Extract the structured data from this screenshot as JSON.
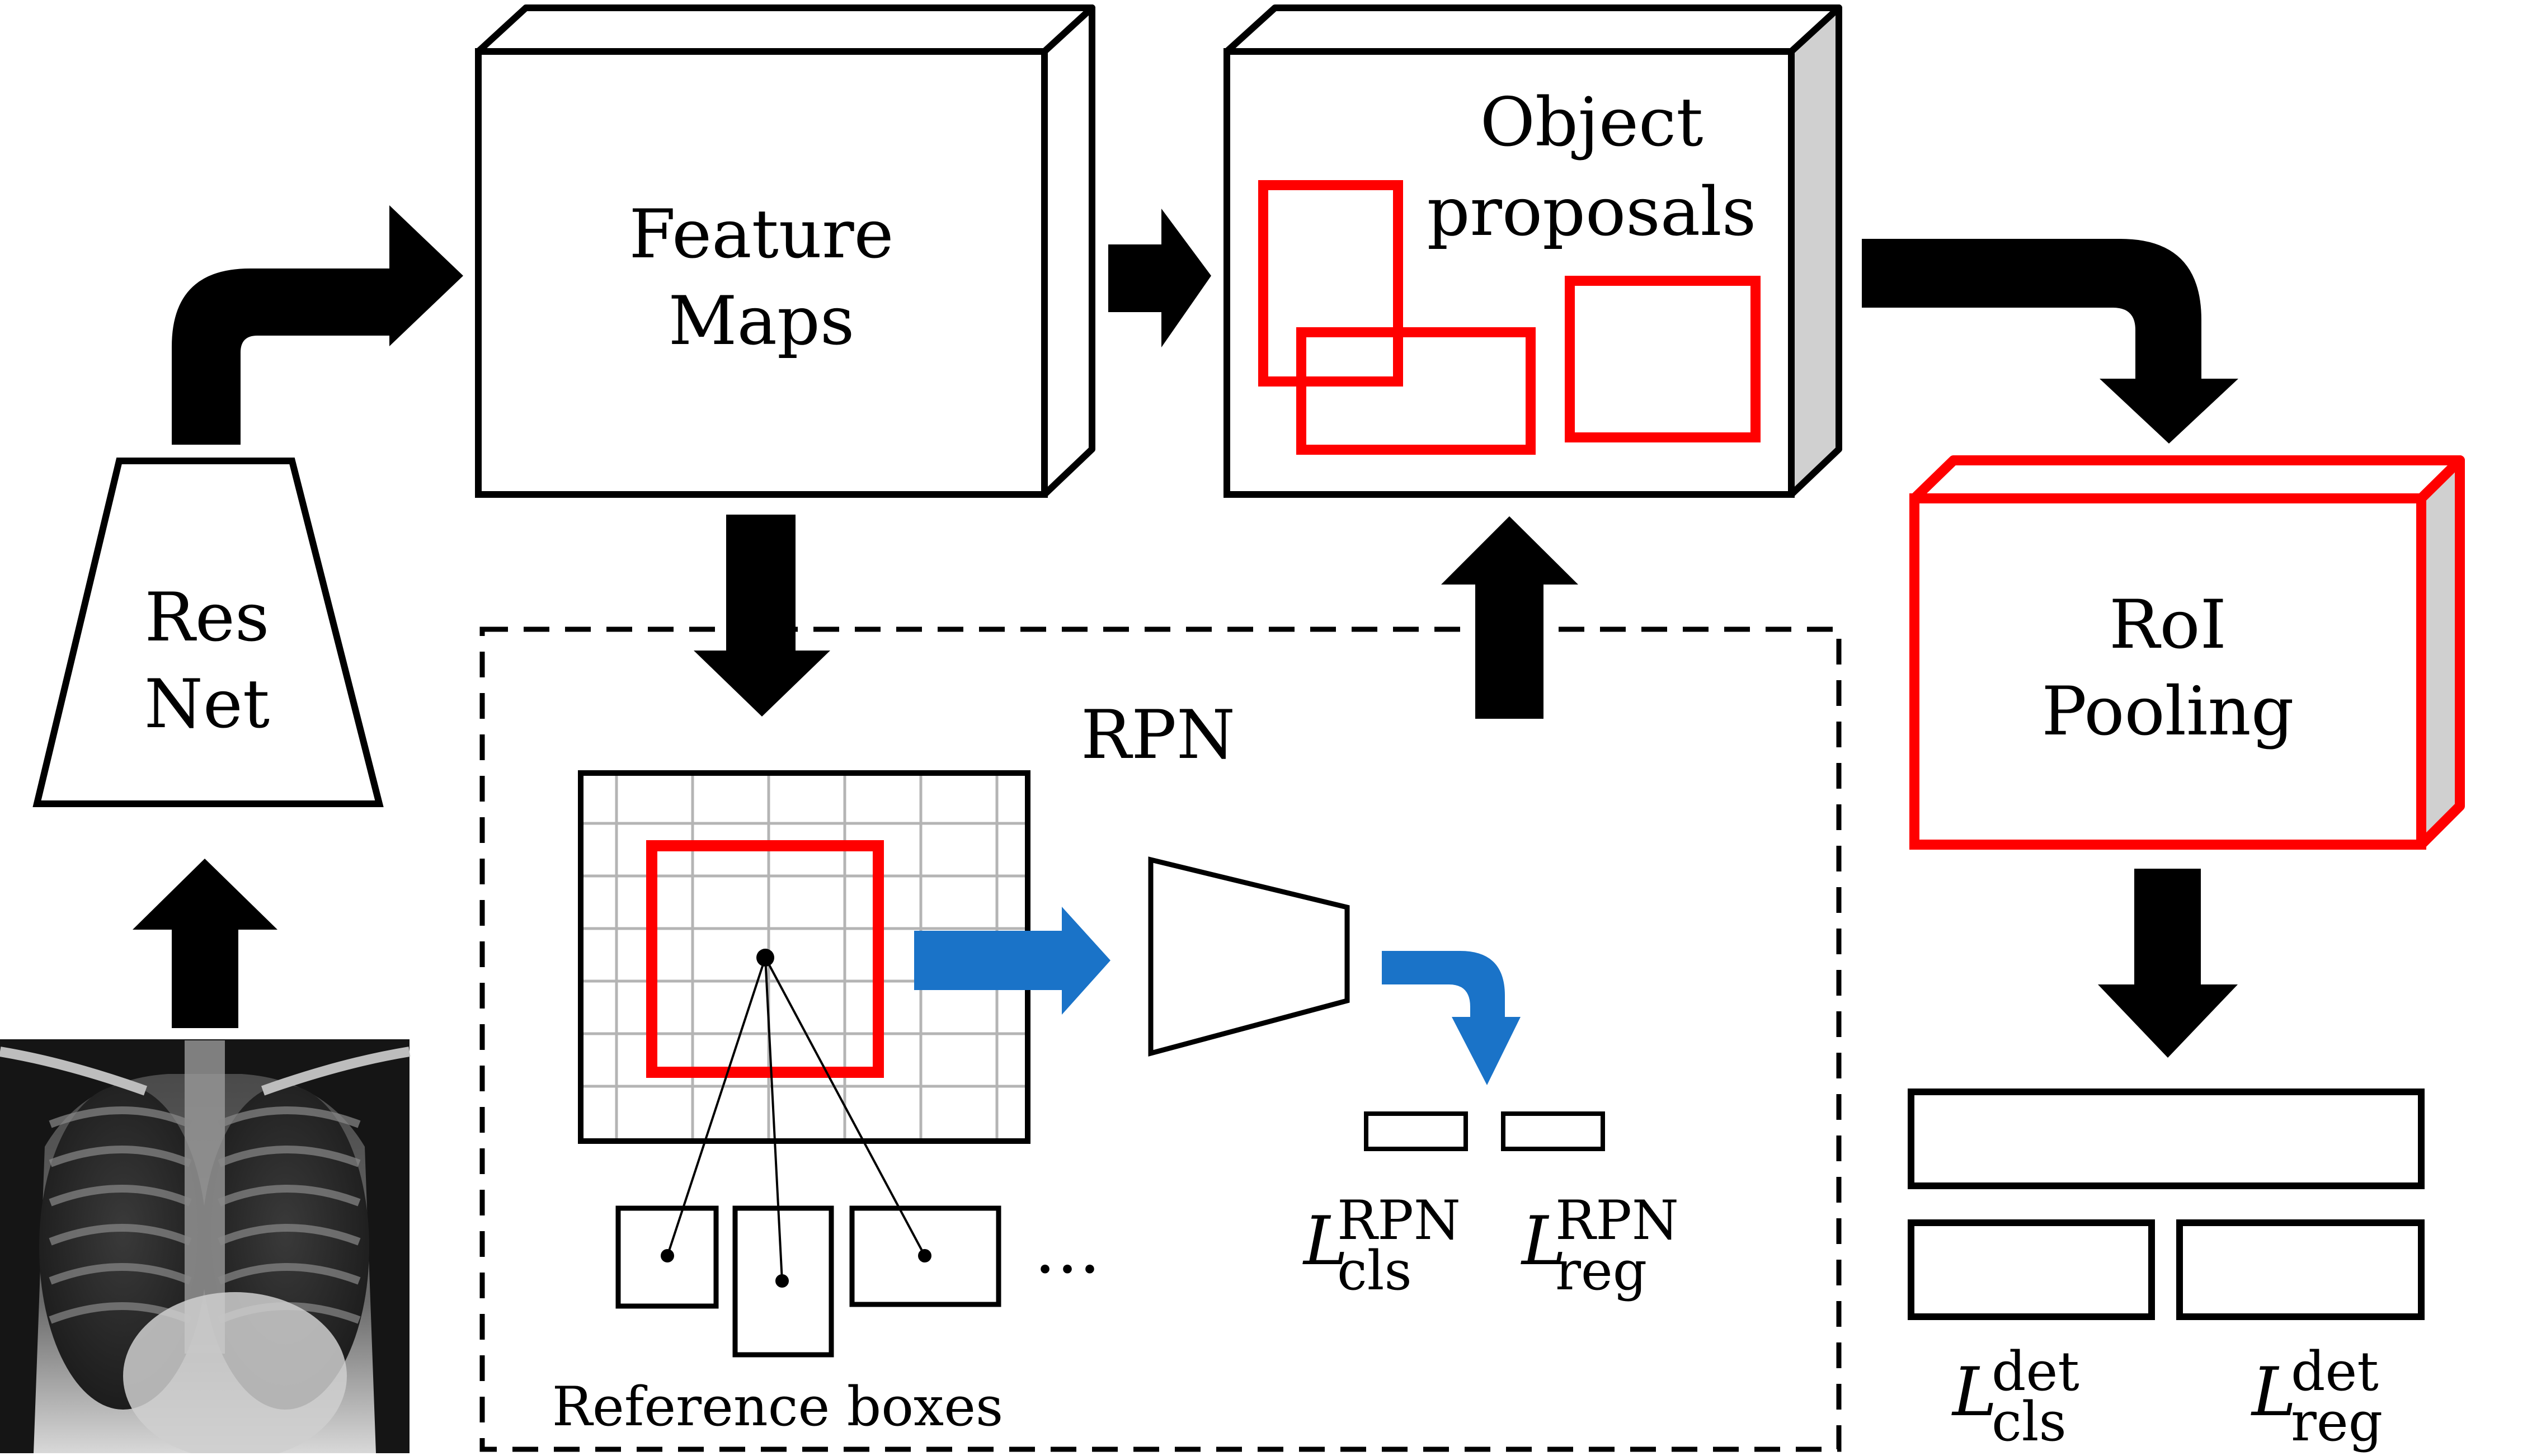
{
  "colors": {
    "black": "#000000",
    "red": "#ff0000",
    "blue": "#1a73c8",
    "grey_face": "#d0d0d0",
    "grid": "#b4b4b4"
  },
  "resnet": {
    "line1": "Res",
    "line2": "Net"
  },
  "feature_maps": {
    "line1": "Feature",
    "line2": "Maps"
  },
  "object_proposals": {
    "line1": "Object",
    "line2": "proposals"
  },
  "roi_pooling": {
    "line1": "RoI",
    "line2": "Pooling"
  },
  "rpn": {
    "title": "RPN",
    "reference_boxes": "Reference boxes",
    "ellipsis": "…",
    "loss_cls": {
      "symbol": "L",
      "sup": "RPN",
      "sub": "cls"
    },
    "loss_reg": {
      "symbol": "L",
      "sup": "RPN",
      "sub": "reg"
    }
  },
  "detection": {
    "loss_cls": {
      "symbol": "L",
      "sup": "det",
      "sub": "cls"
    },
    "loss_reg": {
      "symbol": "L",
      "sup": "det",
      "sub": "reg"
    }
  },
  "xray": {
    "icon": "chest-xray-icon"
  }
}
